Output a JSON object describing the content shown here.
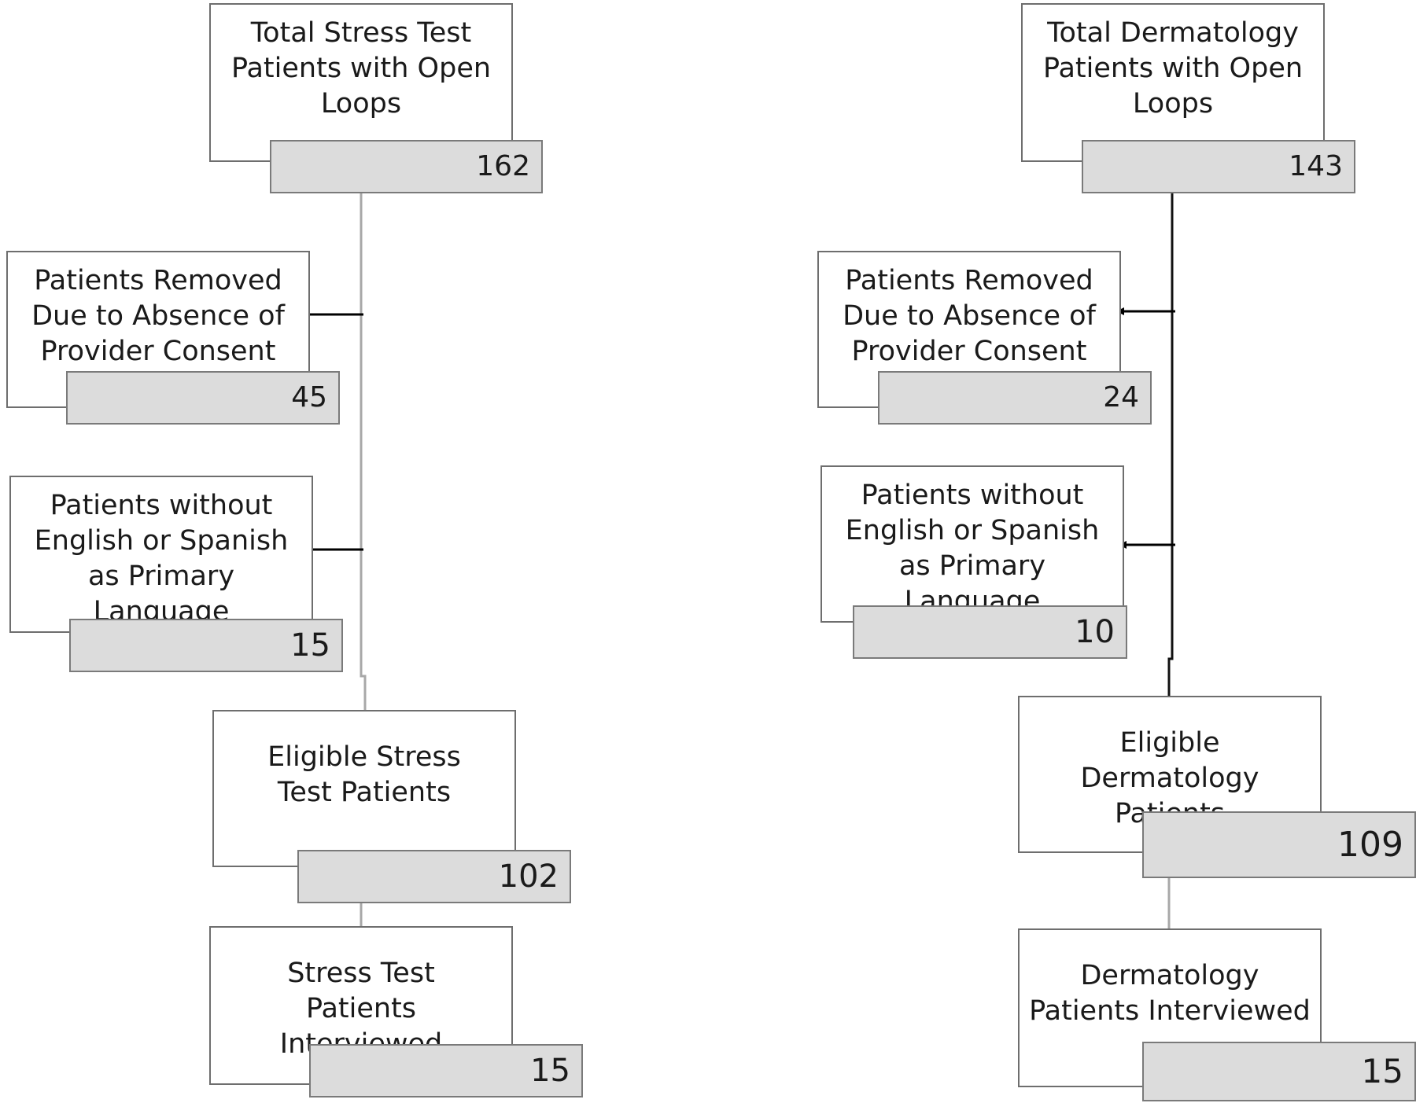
{
  "stress": {
    "total": {
      "label": "Total Stress Test Patients with Open Loops",
      "count": "162"
    },
    "consent": {
      "label": "Patients Removed Due to Absence of Provider Consent",
      "count": "45"
    },
    "language": {
      "label": "Patients without English or Spanish as Primary Language",
      "count": "15"
    },
    "eligible": {
      "label": "Eligible Stress Test Patients",
      "count": "102"
    },
    "interviewed": {
      "label": "Stress Test Patients Interviewed",
      "count": "15"
    }
  },
  "derm": {
    "total": {
      "label": "Total Dermatology Patients with Open Loops",
      "count": "143"
    },
    "consent": {
      "label": "Patients Removed Due to Absence of Provider Consent",
      "count": "24"
    },
    "language": {
      "label": "Patients without English or Spanish as Primary Language",
      "count": "10"
    },
    "eligible": {
      "label": "Eligible Dermatology Patients",
      "count": "109"
    },
    "interviewed": {
      "label": "Dermatology Patients Interviewed",
      "count": "15"
    }
  },
  "colors": {
    "box_border": "#6e6e6e",
    "count_fill": "#dcdcdc",
    "arrow": "#000000"
  }
}
